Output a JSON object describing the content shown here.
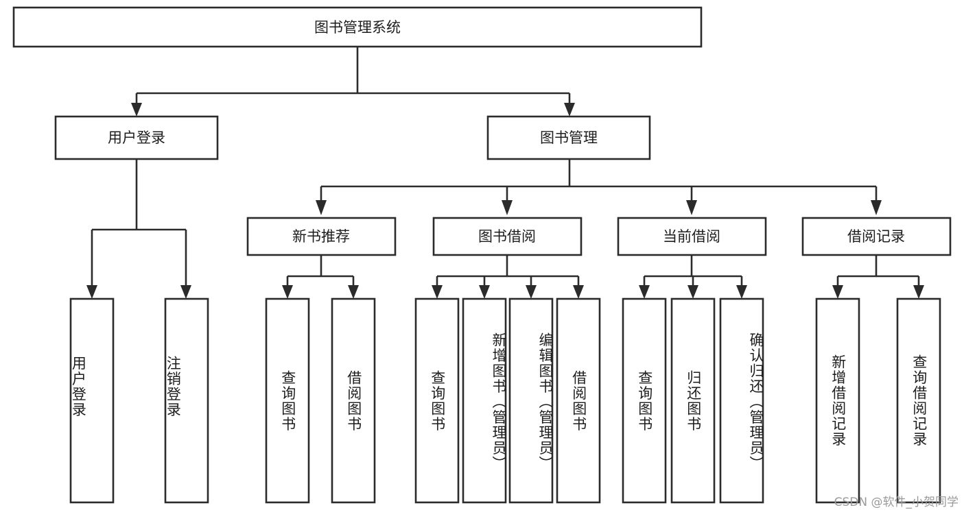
{
  "diagram": {
    "type": "tree-hierarchy",
    "title": "图书管理系统",
    "watermark": "CSDN @软件_小贺同学",
    "colors": {
      "box_stroke": "#2b2b2b",
      "box_fill": "#ffffff",
      "connector": "#2b2b2b",
      "text": "#1d1d1d",
      "watermark": "#9a9a9a",
      "background": "#ffffff"
    },
    "root": {
      "label": "图书管理系统"
    },
    "level2": [
      {
        "label": "用户登录"
      },
      {
        "label": "图书管理"
      }
    ],
    "level3": [
      {
        "label": "新书推荐"
      },
      {
        "label": "图书借阅"
      },
      {
        "label": "当前借阅"
      },
      {
        "label": "借阅记录"
      }
    ],
    "leaves": {
      "user_login": [
        {
          "label": "用户登录"
        },
        {
          "label": "注销登录"
        }
      ],
      "new_book_recommend": [
        {
          "label": "查询图书"
        },
        {
          "label": "借阅图书"
        }
      ],
      "book_borrow": [
        {
          "label": "查询图书"
        },
        {
          "label": "新增图书（管理员）"
        },
        {
          "label": "编辑图书（管理员）"
        },
        {
          "label": "借阅图书"
        }
      ],
      "current_borrow": [
        {
          "label": "查询图书"
        },
        {
          "label": "归还图书"
        },
        {
          "label": "确认归还（管理员）"
        }
      ],
      "borrow_records": [
        {
          "label": "新增借阅记录"
        },
        {
          "label": "查询借阅记录"
        }
      ]
    }
  }
}
